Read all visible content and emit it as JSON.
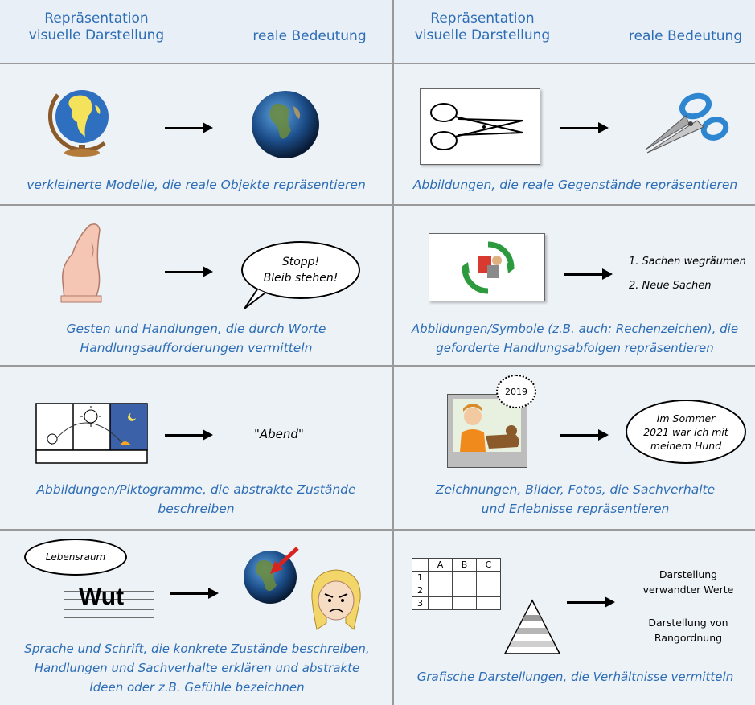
{
  "header": {
    "left": {
      "representation": "Repräsentation\nvisuelle Darstellung",
      "meaning": "reale Bedeutung"
    },
    "right": {
      "representation": "Repräsentation\nvisuelle Darstellung",
      "meaning": "reale Bedeutung"
    }
  },
  "cells": {
    "models": {
      "caption": "verkleinerte Modelle, die reale Objekte repräsentieren"
    },
    "pictures": {
      "caption": "Abbildungen, die reale Gegenstände repräsentieren"
    },
    "gestures": {
      "bubble_line1": "Stopp!",
      "bubble_line2": "Bleib stehen!",
      "caption": "Gesten und Handlungen, die durch Worte\nHandlungsaufforderungen vermitteln"
    },
    "symbols": {
      "step1": "1. Sachen wegräumen",
      "step2": "2. Neue Sachen",
      "caption": "Abbildungen/Symbole (z.B. auch: Rechenzeichen), die\ngeforderte Handlungsabfolgen repräsentieren"
    },
    "pictograms": {
      "word": "\"Abend\"",
      "caption": "Abbildungen/Piktogramme, die abstrakte Zustände\nbeschreiben"
    },
    "photos": {
      "year": "2019",
      "bubble_line1": "Im Sommer",
      "bubble_line2": "2021 war ich mit",
      "bubble_line3": "meinem Hund",
      "caption": "Zeichnungen, Bilder, Fotos, die Sachverhalte\nund Erlebnisse repräsentieren"
    },
    "language": {
      "bubble": "Lebensraum",
      "word": "Wut",
      "caption": "Sprache und Schrift, die konkrete Zustände beschreiben,\nHandlungen und Sachverhalte erklären und abstrakte\nIdeen oder z.B. Gefühle bezeichnen"
    },
    "graphics": {
      "table_cols": [
        "A",
        "B",
        "C"
      ],
      "table_rows": [
        "1",
        "2",
        "3"
      ],
      "label1": "Darstellung\nverwandter Werte",
      "label2": "Darstellung von\nRangordnung",
      "caption": "Grafische Darstellungen, die Verhältnisse vermitteln"
    }
  },
  "colors": {
    "accent_blue": "#2d6db5",
    "cell_background": "#edf2f7",
    "divider": "#9a9a9a"
  }
}
